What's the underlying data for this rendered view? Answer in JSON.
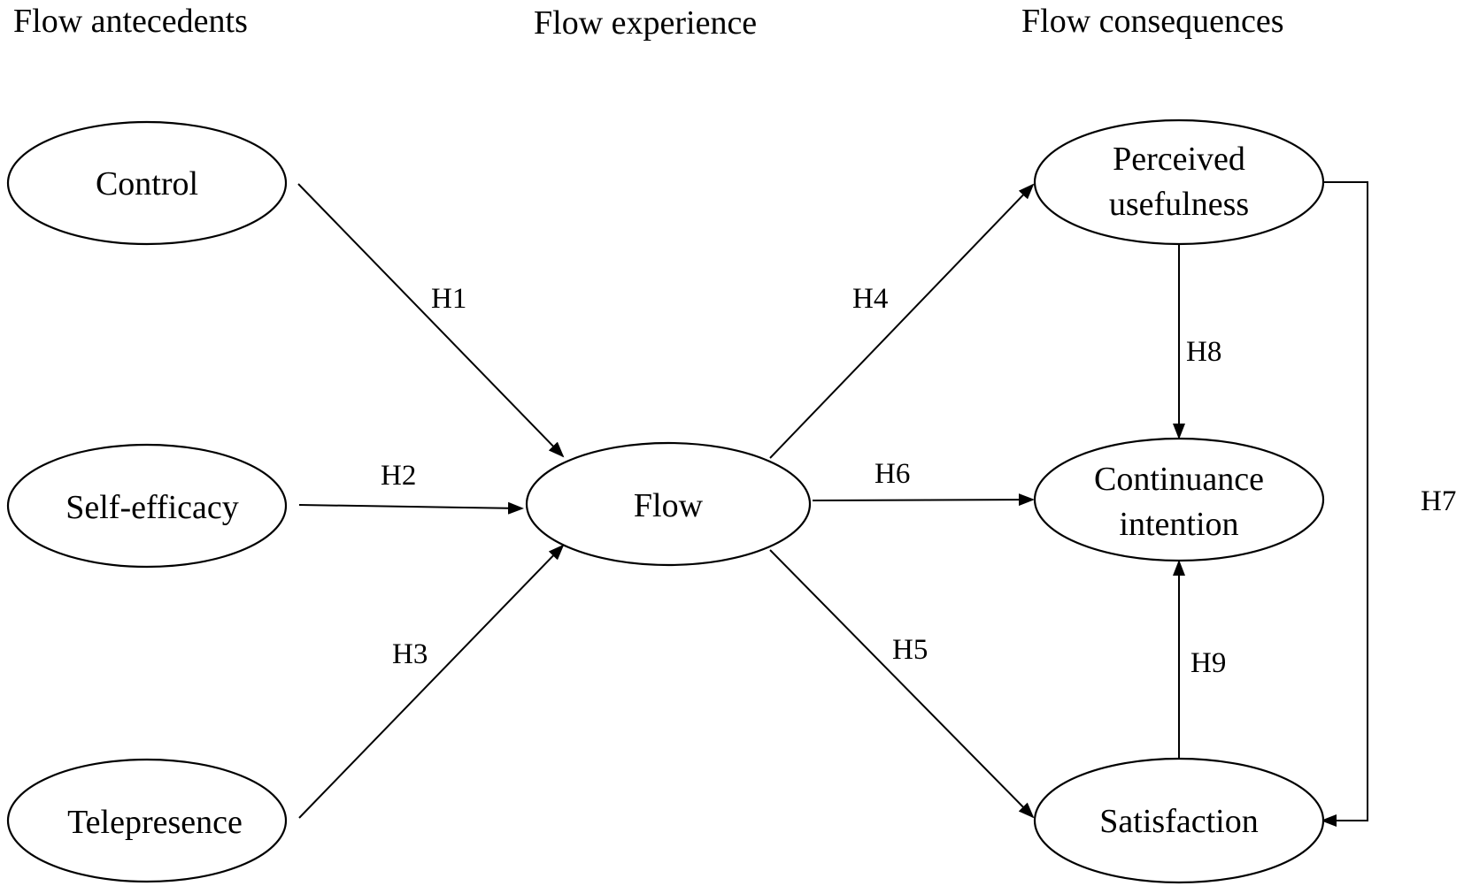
{
  "headings": {
    "antecedents": "Flow antecedents",
    "experience": "Flow experience",
    "consequences": "Flow consequences"
  },
  "nodes": {
    "control": {
      "lines": [
        "Control"
      ]
    },
    "self_efficacy": {
      "lines": [
        "Self-efficacy"
      ]
    },
    "telepresence": {
      "lines": [
        "Telepresence"
      ]
    },
    "flow": {
      "lines": [
        "Flow"
      ]
    },
    "perceived_usefulness": {
      "lines": [
        "Perceived",
        "usefulness"
      ]
    },
    "continuance_intention": {
      "lines": [
        "Continuance",
        "intention"
      ]
    },
    "satisfaction": {
      "lines": [
        "Satisfaction"
      ]
    }
  },
  "edges": {
    "h1": {
      "label": "H1",
      "from": "Control",
      "to": "Flow"
    },
    "h2": {
      "label": "H2",
      "from": "Self-efficacy",
      "to": "Flow"
    },
    "h3": {
      "label": "H3",
      "from": "Telepresence",
      "to": "Flow"
    },
    "h4": {
      "label": "H4",
      "from": "Flow",
      "to": "Perceived usefulness"
    },
    "h5": {
      "label": "H5",
      "from": "Flow",
      "to": "Satisfaction"
    },
    "h6": {
      "label": "H6",
      "from": "Flow",
      "to": "Continuance intention"
    },
    "h7": {
      "label": "H7",
      "from": "Perceived usefulness",
      "to": "Satisfaction"
    },
    "h8": {
      "label": "H8",
      "from": "Perceived usefulness",
      "to": "Continuance intention"
    },
    "h9": {
      "label": "H9",
      "from": "Satisfaction",
      "to": "Continuance intention"
    }
  },
  "colors": {
    "stroke": "#000000",
    "background": "#ffffff",
    "text": "#000000"
  }
}
